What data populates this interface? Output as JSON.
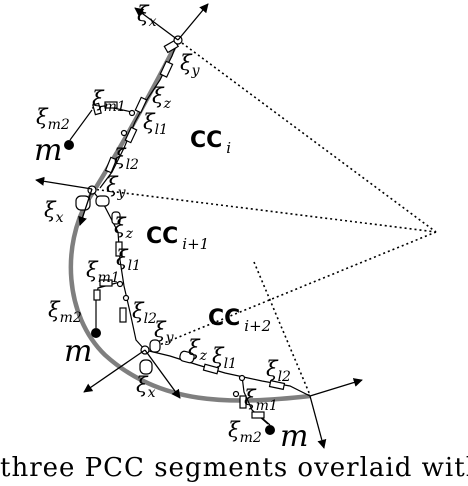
{
  "segments": [
    {
      "main": "CC",
      "sub": "i"
    },
    {
      "main": "CC",
      "sub": "i+1"
    },
    {
      "main": "CC",
      "sub": "i+2"
    }
  ],
  "joint_labels": {
    "xi_x_1": {
      "main": "ξ",
      "sub": "x"
    },
    "xi_y_1": {
      "main": "ξ",
      "sub": "y"
    },
    "xi_z_1": {
      "main": "ξ",
      "sub": "z"
    },
    "xi_l1_1": {
      "main": "ξ",
      "sub": "l1"
    },
    "xi_m1_1": {
      "main": "ξ",
      "sub": "m1"
    },
    "xi_m2_1": {
      "main": "ξ",
      "sub": "m2"
    },
    "xi_l2_1": {
      "main": "ξ",
      "sub": "l2"
    },
    "xi_y_2": {
      "main": "ξ",
      "sub": "y"
    },
    "xi_x_2": {
      "main": "ξ",
      "sub": "x"
    },
    "xi_z_2": {
      "main": "ξ",
      "sub": "z"
    },
    "xi_l1_2": {
      "main": "ξ",
      "sub": "l1"
    },
    "xi_m1_2": {
      "main": "ξ",
      "sub": "m1"
    },
    "xi_m2_2": {
      "main": "ξ",
      "sub": "m2"
    },
    "xi_l2_2": {
      "main": "ξ",
      "sub": "l2"
    },
    "xi_y_3": {
      "main": "ξ",
      "sub": "y"
    },
    "xi_x_3": {
      "main": "ξ",
      "sub": "x"
    },
    "xi_z_3": {
      "main": "ξ",
      "sub": "z"
    },
    "xi_l1_3": {
      "main": "ξ",
      "sub": "l1"
    },
    "xi_l2_3": {
      "main": "ξ",
      "sub": "l2"
    },
    "xi_m1_3": {
      "main": "ξ",
      "sub": "m1"
    },
    "xi_m2_3": {
      "main": "ξ",
      "sub": "m2"
    }
  },
  "mass_labels": [
    "m",
    "m",
    "m"
  ],
  "caption": "three PCC segments overlaid with their equivalent"
}
